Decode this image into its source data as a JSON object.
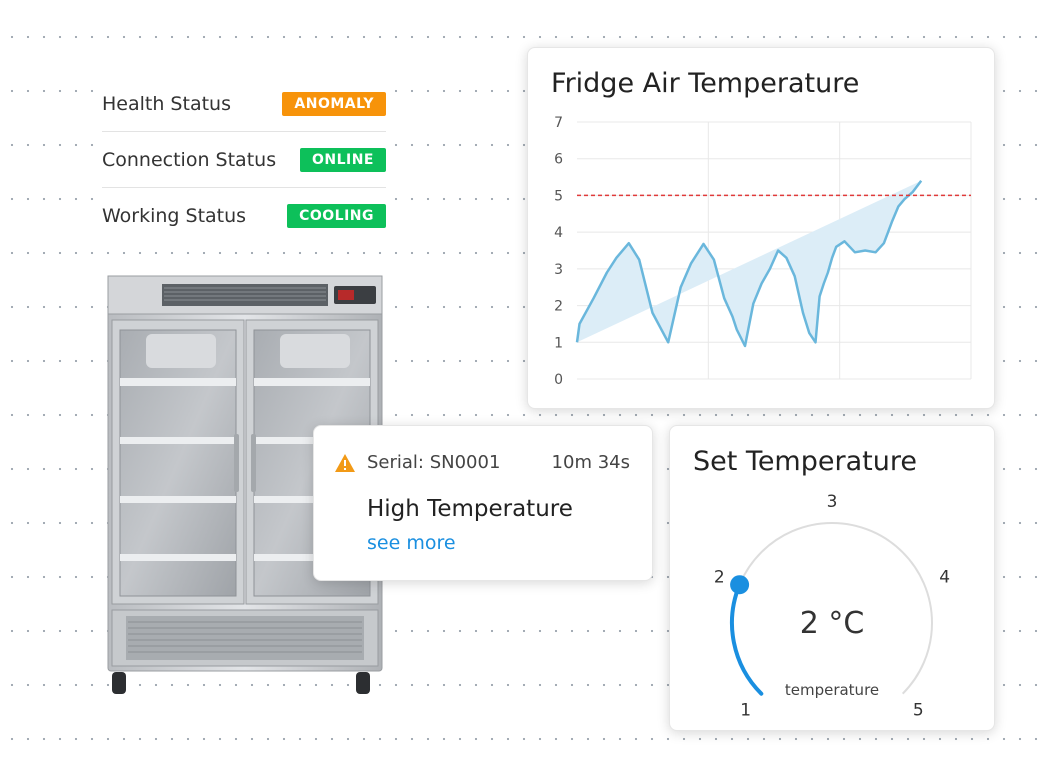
{
  "status": {
    "rows": [
      {
        "label": "Health Status",
        "value": "ANOMALY",
        "color": "#f7930a"
      },
      {
        "label": "Connection Status",
        "value": "ONLINE",
        "color": "#0dc05a"
      },
      {
        "label": "Working Status",
        "value": "COOLING",
        "color": "#0dc05a"
      }
    ]
  },
  "chart": {
    "title": "Fridge Air Temperature",
    "line_color": "#6ab7dc",
    "fill_color": "#dcedf7",
    "threshold_color": "#e03a3a"
  },
  "chart_data": {
    "type": "area",
    "title": "Fridge Air Temperature",
    "xlabel": "",
    "ylabel": "",
    "ylim": [
      0,
      7
    ],
    "yticks": [
      0,
      1,
      2,
      3,
      4,
      5,
      6,
      7
    ],
    "grid": true,
    "threshold": 5,
    "x": [
      0,
      0.06,
      0.4,
      0.72,
      0.95,
      1.25,
      1.5,
      1.82,
      2.2,
      2.5,
      2.75,
      3.05,
      3.3,
      3.55,
      3.75,
      3.85,
      4.05,
      4.25,
      4.45,
      4.65,
      4.85,
      5.05,
      5.25,
      5.45,
      5.6,
      5.75,
      5.85,
      5.95,
      6.05,
      6.15,
      6.25,
      6.45,
      6.7,
      6.95,
      7.2,
      7.4,
      7.5,
      7.6,
      7.75,
      7.9,
      8.1,
      8.3,
      8.6,
      8.9,
      9.2,
      9.5
    ],
    "values": [
      1,
      1.5,
      2.2,
      2.9,
      3.3,
      3.7,
      3.25,
      1.8,
      1.0,
      2.5,
      3.15,
      3.68,
      3.25,
      2.2,
      1.7,
      1.35,
      0.9,
      2.05,
      2.6,
      3.0,
      3.5,
      3.3,
      2.8,
      1.8,
      1.25,
      1.0,
      2.25,
      2.6,
      2.9,
      3.3,
      3.6,
      3.75,
      3.45,
      3.5,
      3.45,
      3.7,
      4.0,
      4.3,
      4.7,
      4.9,
      5.1,
      5.4
    ]
  },
  "alert": {
    "serial": "Serial: SN0001",
    "elapsed": "10m 34s",
    "title": "High Temperature",
    "link": "see more",
    "icon": "warning-triangle-icon",
    "icon_color": "#f29a16"
  },
  "set_temperature": {
    "title": "Set Temperature",
    "value_text": "2 °C",
    "caption": "temperature",
    "min": 1,
    "max": 5,
    "value": 2,
    "scale_labels": [
      "1",
      "2",
      "3",
      "4",
      "5"
    ],
    "accent": "#1a8fe0",
    "track_color": "#dddddd"
  }
}
